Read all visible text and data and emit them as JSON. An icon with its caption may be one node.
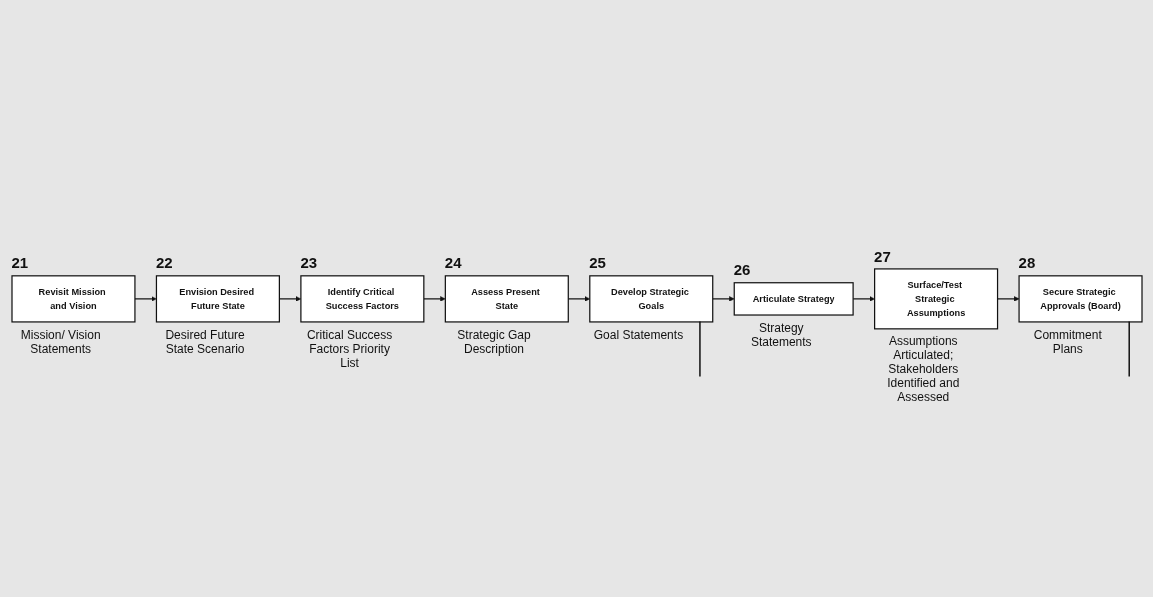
{
  "diagram": {
    "nodes": [
      {
        "text": [
          "Revisit Mission and Vision"
        ],
        "beside": [
          "21",
          "Mission/ Vision Statements"
        ]
      },
      {
        "text": [
          "Envision Desired Future State"
        ],
        "beside": [
          "22",
          "Desired Future State Scenario"
        ]
      },
      {
        "text": [
          "Identify Critical Success Factors"
        ],
        "beside": [
          "23",
          "Critical Success Factors Priority List"
        ]
      },
      {
        "text": [
          "Assess Present State"
        ],
        "beside": [
          "24",
          "Strategic Gap Description"
        ]
      },
      {
        "text": [
          "Develop Strategic Goals"
        ],
        "beside": [
          "25",
          "Goal Statements"
        ]
      },
      {
        "text": [
          "Articulate Strategy"
        ],
        "beside": [
          "26",
          "Strategy Statements"
        ]
      },
      {
        "text": [
          "Surface/Test Strategic Assumptions"
        ],
        "beside": [
          "27",
          "Assumptions Articulated; Stakeholders Identified and Assessed"
        ]
      },
      {
        "text": [
          "Secure Strategic Approvals (Board)"
        ],
        "beside": [
          "28",
          "Commitment Plans"
        ]
      }
    ],
    "edges": [
      {
        "from": 0,
        "to": 1,
        "arrow": "to"
      },
      {
        "from": 1,
        "to": 2,
        "arrow": "to"
      },
      {
        "from": 2,
        "to": 3,
        "arrow": "to"
      },
      {
        "from": 3,
        "to": 4,
        "arrow": "to"
      },
      {
        "from": 4,
        "to": 5,
        "arrow": "to"
      },
      {
        "from": 5,
        "to": 6,
        "arrow": "to"
      },
      {
        "from": 6,
        "to": 7,
        "arrow": "to"
      },
      {
        "from": 7,
        "to": null,
        "arrow": "none"
      },
      {
        "from": 4,
        "to": null,
        "arrow": "none"
      }
    ]
  }
}
